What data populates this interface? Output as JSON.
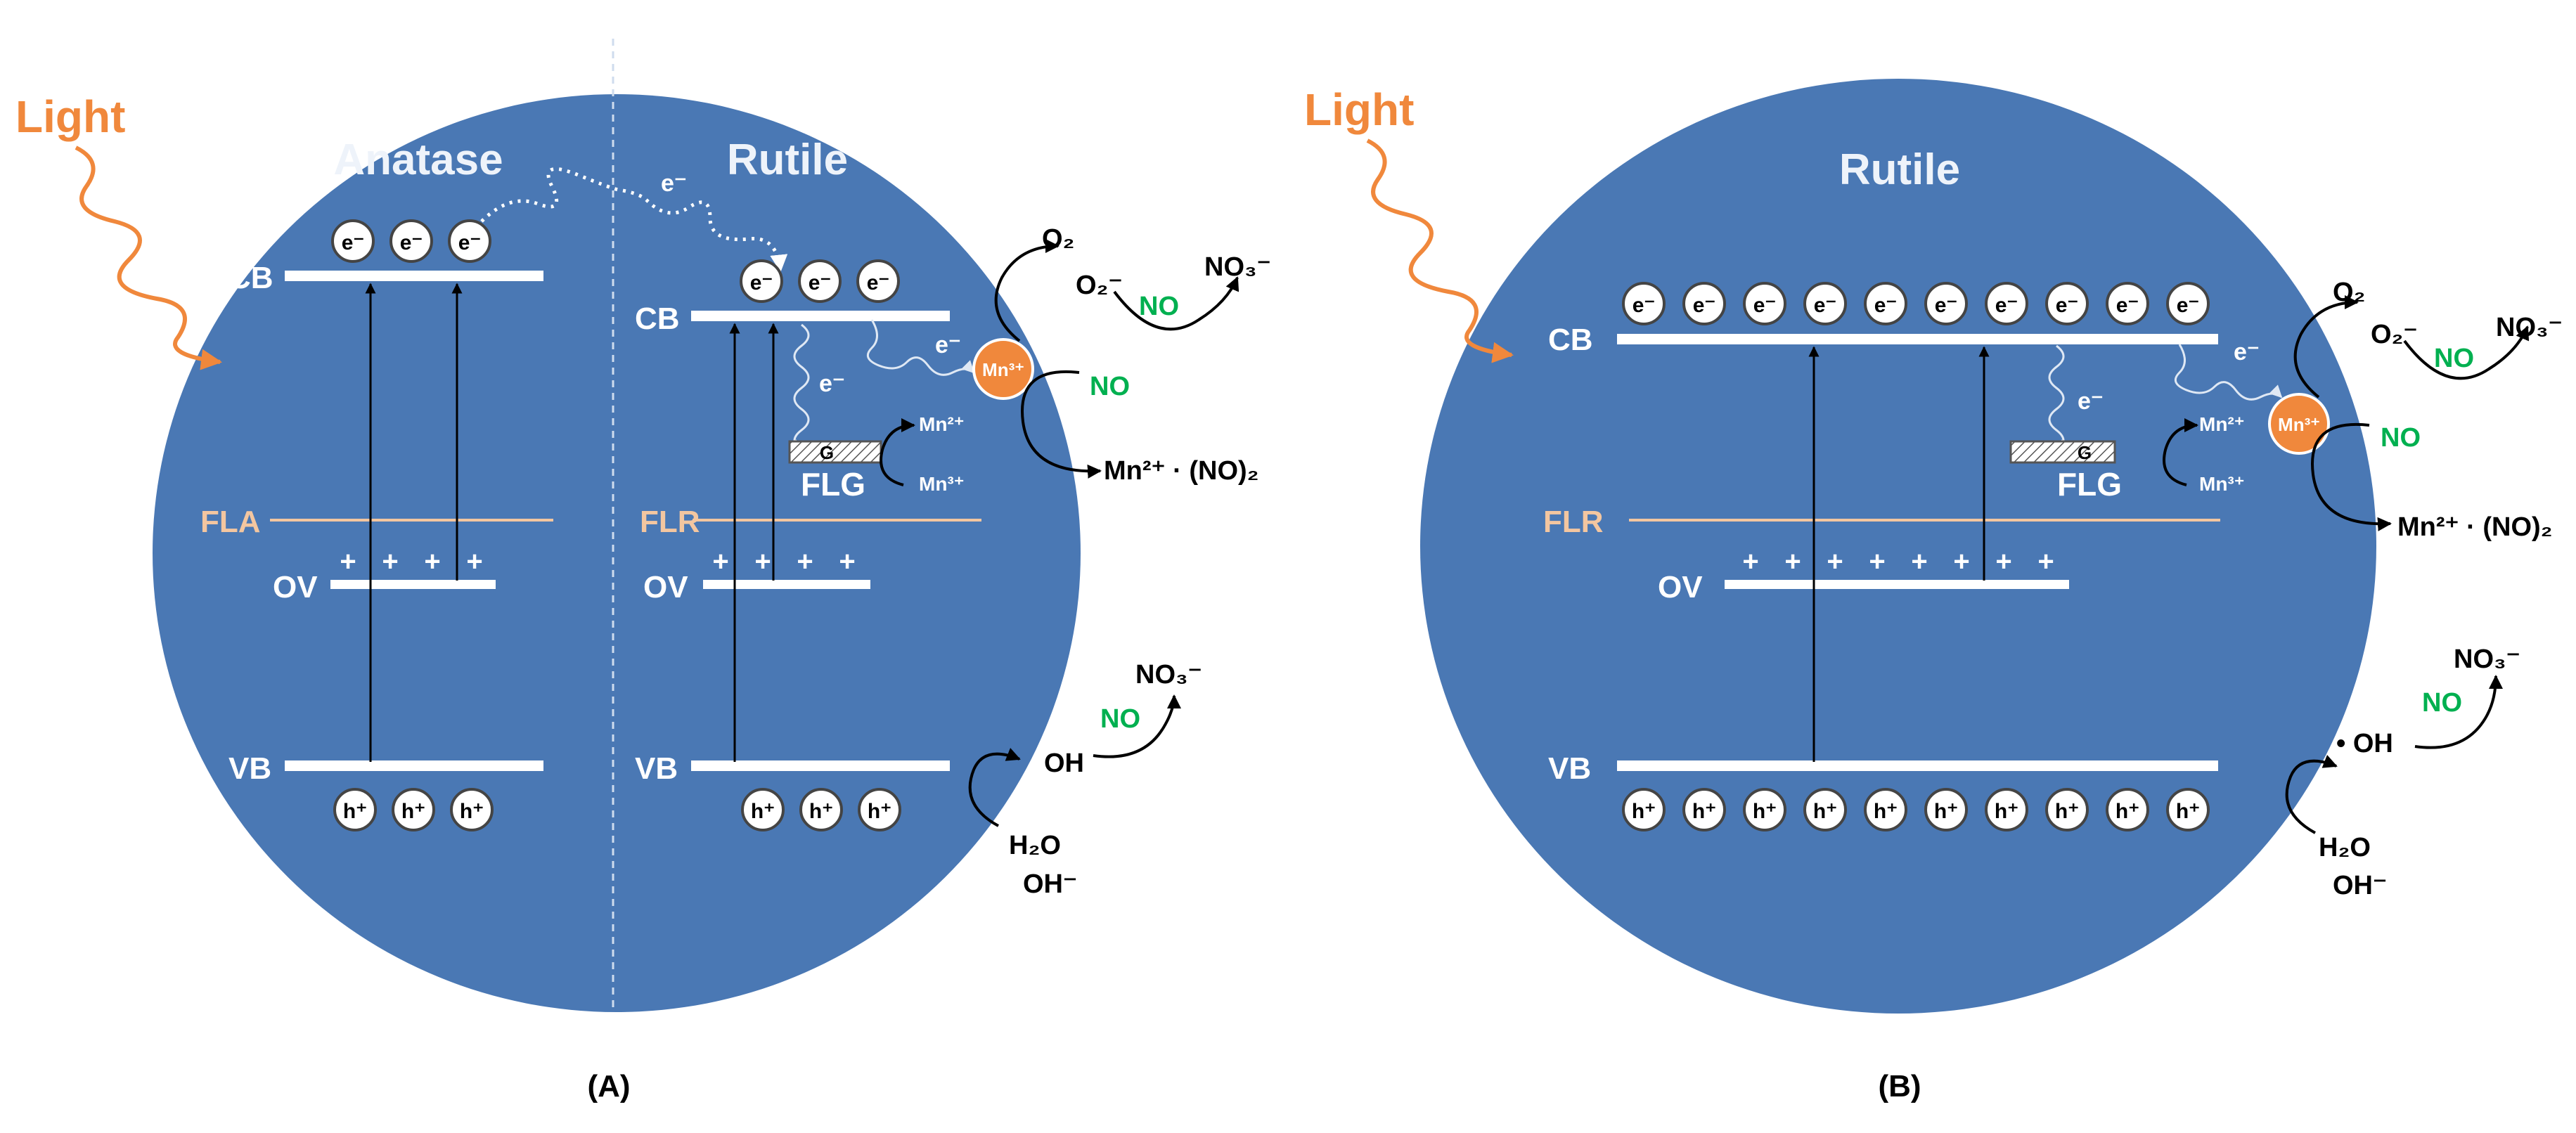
{
  "panels": [
    {
      "caption": "(A)",
      "light": "Light",
      "phase_left": "Anatase",
      "phase_right": "Rutile",
      "electron": "e⁻",
      "hole": "h⁺",
      "levels": {
        "left": [
          "CB",
          "FLA",
          "OV",
          "VB"
        ],
        "right": [
          "CB",
          "FLR",
          "OV",
          "VB"
        ]
      },
      "mn_particle": "Mn³⁺",
      "flg": {
        "label": "FLG",
        "inner": "G",
        "mn2": "Mn²⁺",
        "mn3": "Mn³⁺"
      },
      "reactions": {
        "o2": "O₂",
        "superoxide": "O₂⁻",
        "no": "NO",
        "no3": "NO₃⁻",
        "complex": "Mn²⁺ · (NO)₂",
        "oh": "OH",
        "h2o": "H₂O",
        "ohm": "OH⁻"
      },
      "plus": "+"
    },
    {
      "caption": "(B)",
      "light": "Light",
      "phase": "Rutile",
      "electron": "e⁻",
      "hole": "h⁺",
      "levels": [
        "CB",
        "FLR",
        "OV",
        "VB"
      ],
      "mn_particle": "Mn³⁺",
      "flg": {
        "label": "FLG",
        "inner": "G",
        "mn2": "Mn²⁺",
        "mn3": "Mn³⁺"
      },
      "reactions": {
        "o2": "O₂",
        "superoxide": "O₂⁻",
        "no": "NO",
        "no3": "NO₃⁻",
        "complex": "Mn²⁺ · (NO)₂",
        "oh": "• OH",
        "h2o": "H₂O",
        "ohm": "OH⁻"
      },
      "plus": "+"
    }
  ],
  "colors": {
    "sphere": "#4a78b4",
    "level_line": "#ffffff",
    "fermi_line": "#f3c6a0",
    "light": "#f0883c",
    "mn_particle": "#f0883c",
    "no": "#00b050"
  }
}
